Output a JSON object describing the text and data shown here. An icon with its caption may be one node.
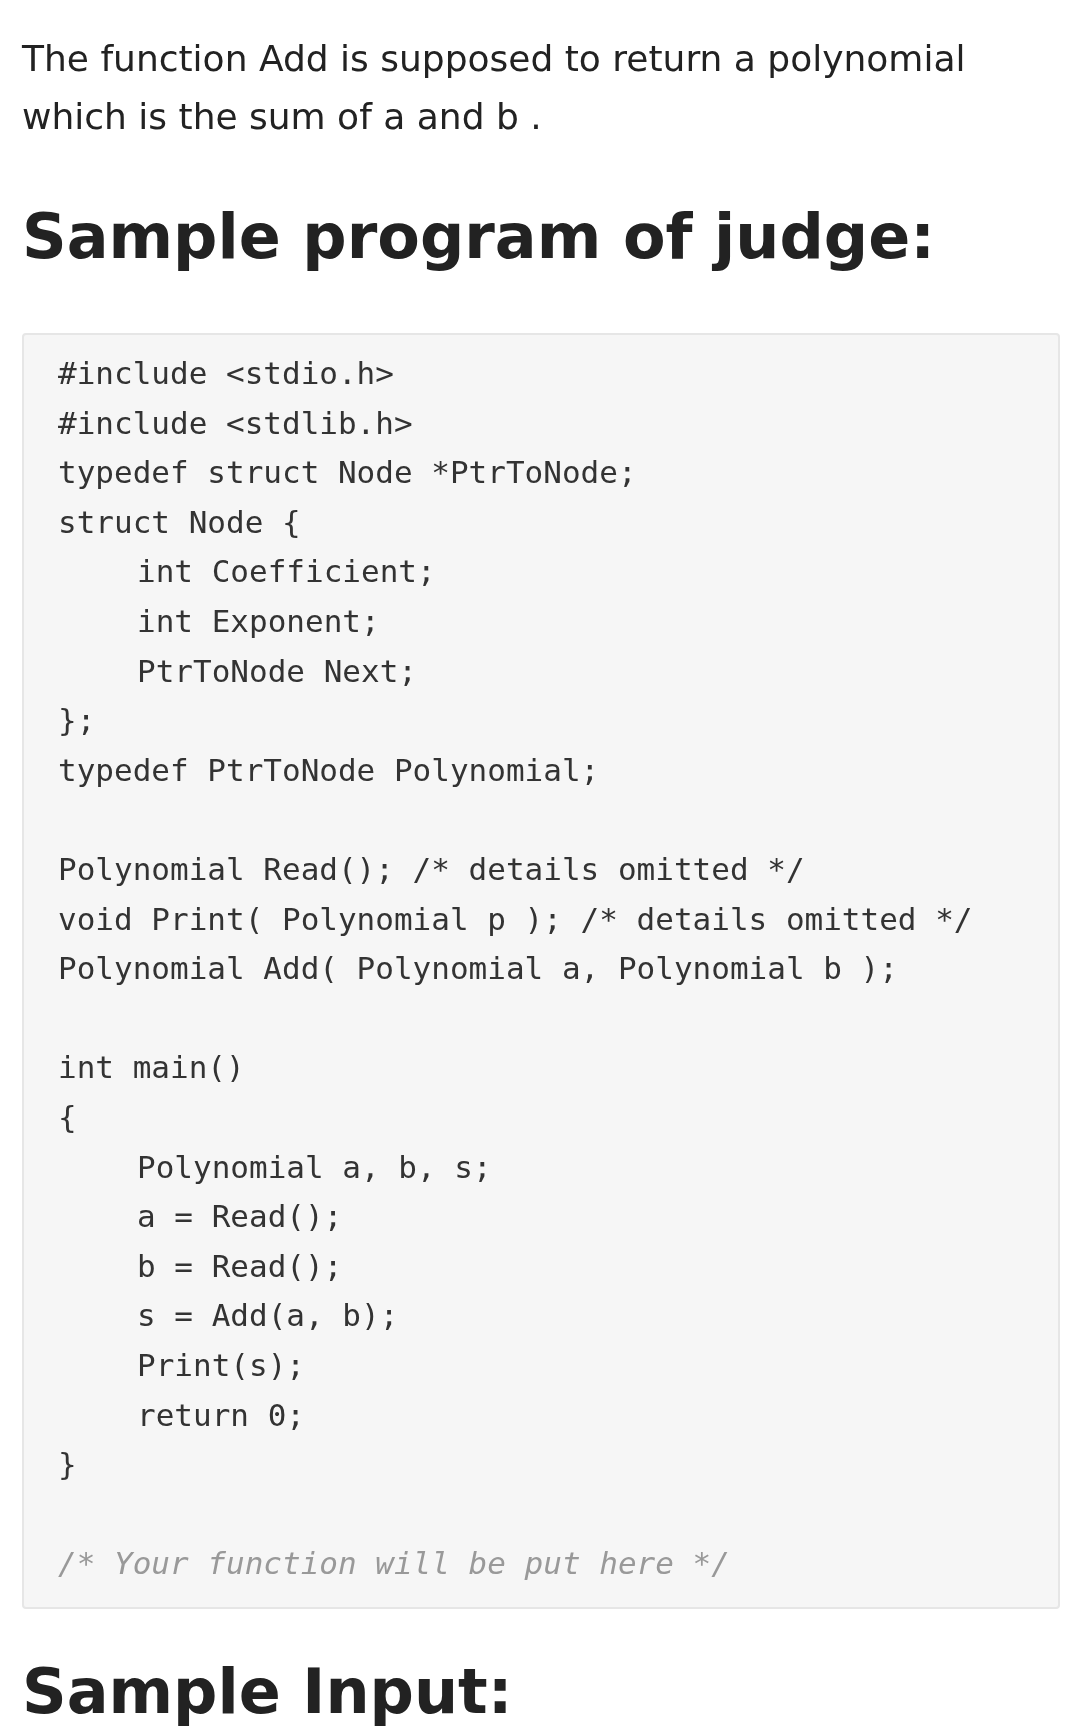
{
  "diagram": {
    "title": "Sample program of judge:",
    "nodes": [
      {
        "text": [
          "#include <stdio.h>",
          "#include <stdlib.h>",
          "typedef struct Node *PtrToNode;",
          "struct Node {",
          "int Coefficient;",
          "int Exponent;",
          "PtrToNode Next;",
          "};",
          "typedef PtrToNode Polynomial;",
          "Polynomial Read(); /* details omitted */",
          "void Print( Polynomial p ); /* details omitted */",
          "Polynomial Add( Polynomial a, Polynomial b );",
          "int main()",
          "{",
          "Polynomial a, b, s;",
          "a = Read();",
          "b = Read();",
          "s = Add(a, b);",
          "Print(s);",
          "return 0;",
          "}",
          "/* Your function will be put here */"
        ]
      }
    ],
    "labels": [
      "The function Add is supposed to return a polynomial which is the sum of a and b .",
      "Sample Input:"
    ]
  }
}
